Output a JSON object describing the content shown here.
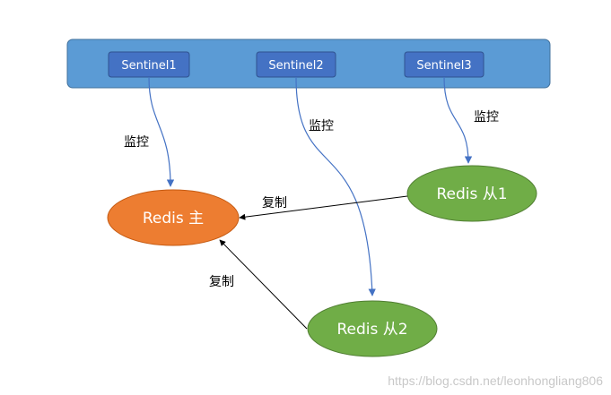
{
  "sentinels": [
    {
      "label": "Sentinel1"
    },
    {
      "label": "Sentinel2"
    },
    {
      "label": "Sentinel3"
    }
  ],
  "redis": {
    "master": "Redis 主",
    "slave1": "Redis 从1",
    "slave2": "Redis 从2"
  },
  "edges": {
    "monitor_1": "监控",
    "monitor_2": "监控",
    "monitor_3": "监控",
    "replicate_1": "复制",
    "replicate_2": "复制"
  },
  "watermark": "https://blog.csdn.net/leonhongliang806",
  "colors": {
    "sentinel_bar": "#5b9bd5",
    "sentinel_box": "#4472c4",
    "master": "#ed7d31",
    "slave": "#70ad47",
    "monitor_line": "#4472c4",
    "replicate_line": "#000000"
  }
}
